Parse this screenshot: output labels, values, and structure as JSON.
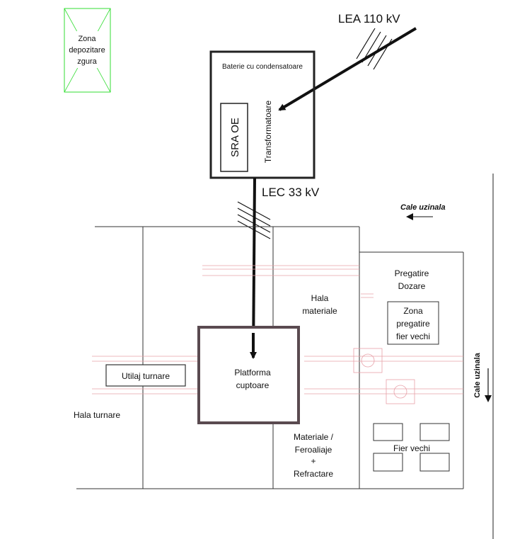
{
  "labels": {
    "slag_zone": [
      "Zona",
      "depozitare",
      "zgura"
    ],
    "lea": "LEA 110 kV",
    "capacitor_bank": "Baterie cu condensatoare",
    "transformers": "Transformatoare",
    "sra_oe": "SRA OE",
    "lec": "LEC 33 kV",
    "plant_road_top": "Cale uzinala",
    "plant_road_side": "Cale uzinala",
    "prep_dosing": [
      "Pregatire",
      "Dozare"
    ],
    "materials_hall": [
      "Hala",
      "materiale"
    ],
    "scrap_prep_zone": [
      "Zona",
      "pregatire",
      "fier vechi"
    ],
    "casting_equipment": "Utilaj turnare",
    "furnace_platform": [
      "Platforma",
      "cuptoare"
    ],
    "casting_hall": "Hala turnare",
    "materials_store": [
      "Materiale /",
      "Feroaliaje",
      "+",
      "Refractare"
    ],
    "scrap": "Fier vechi"
  },
  "colors": {
    "line": "#222222",
    "green": "#33dd33",
    "pink": "#e8a0a8",
    "furnace_border": "#5a4a50"
  }
}
